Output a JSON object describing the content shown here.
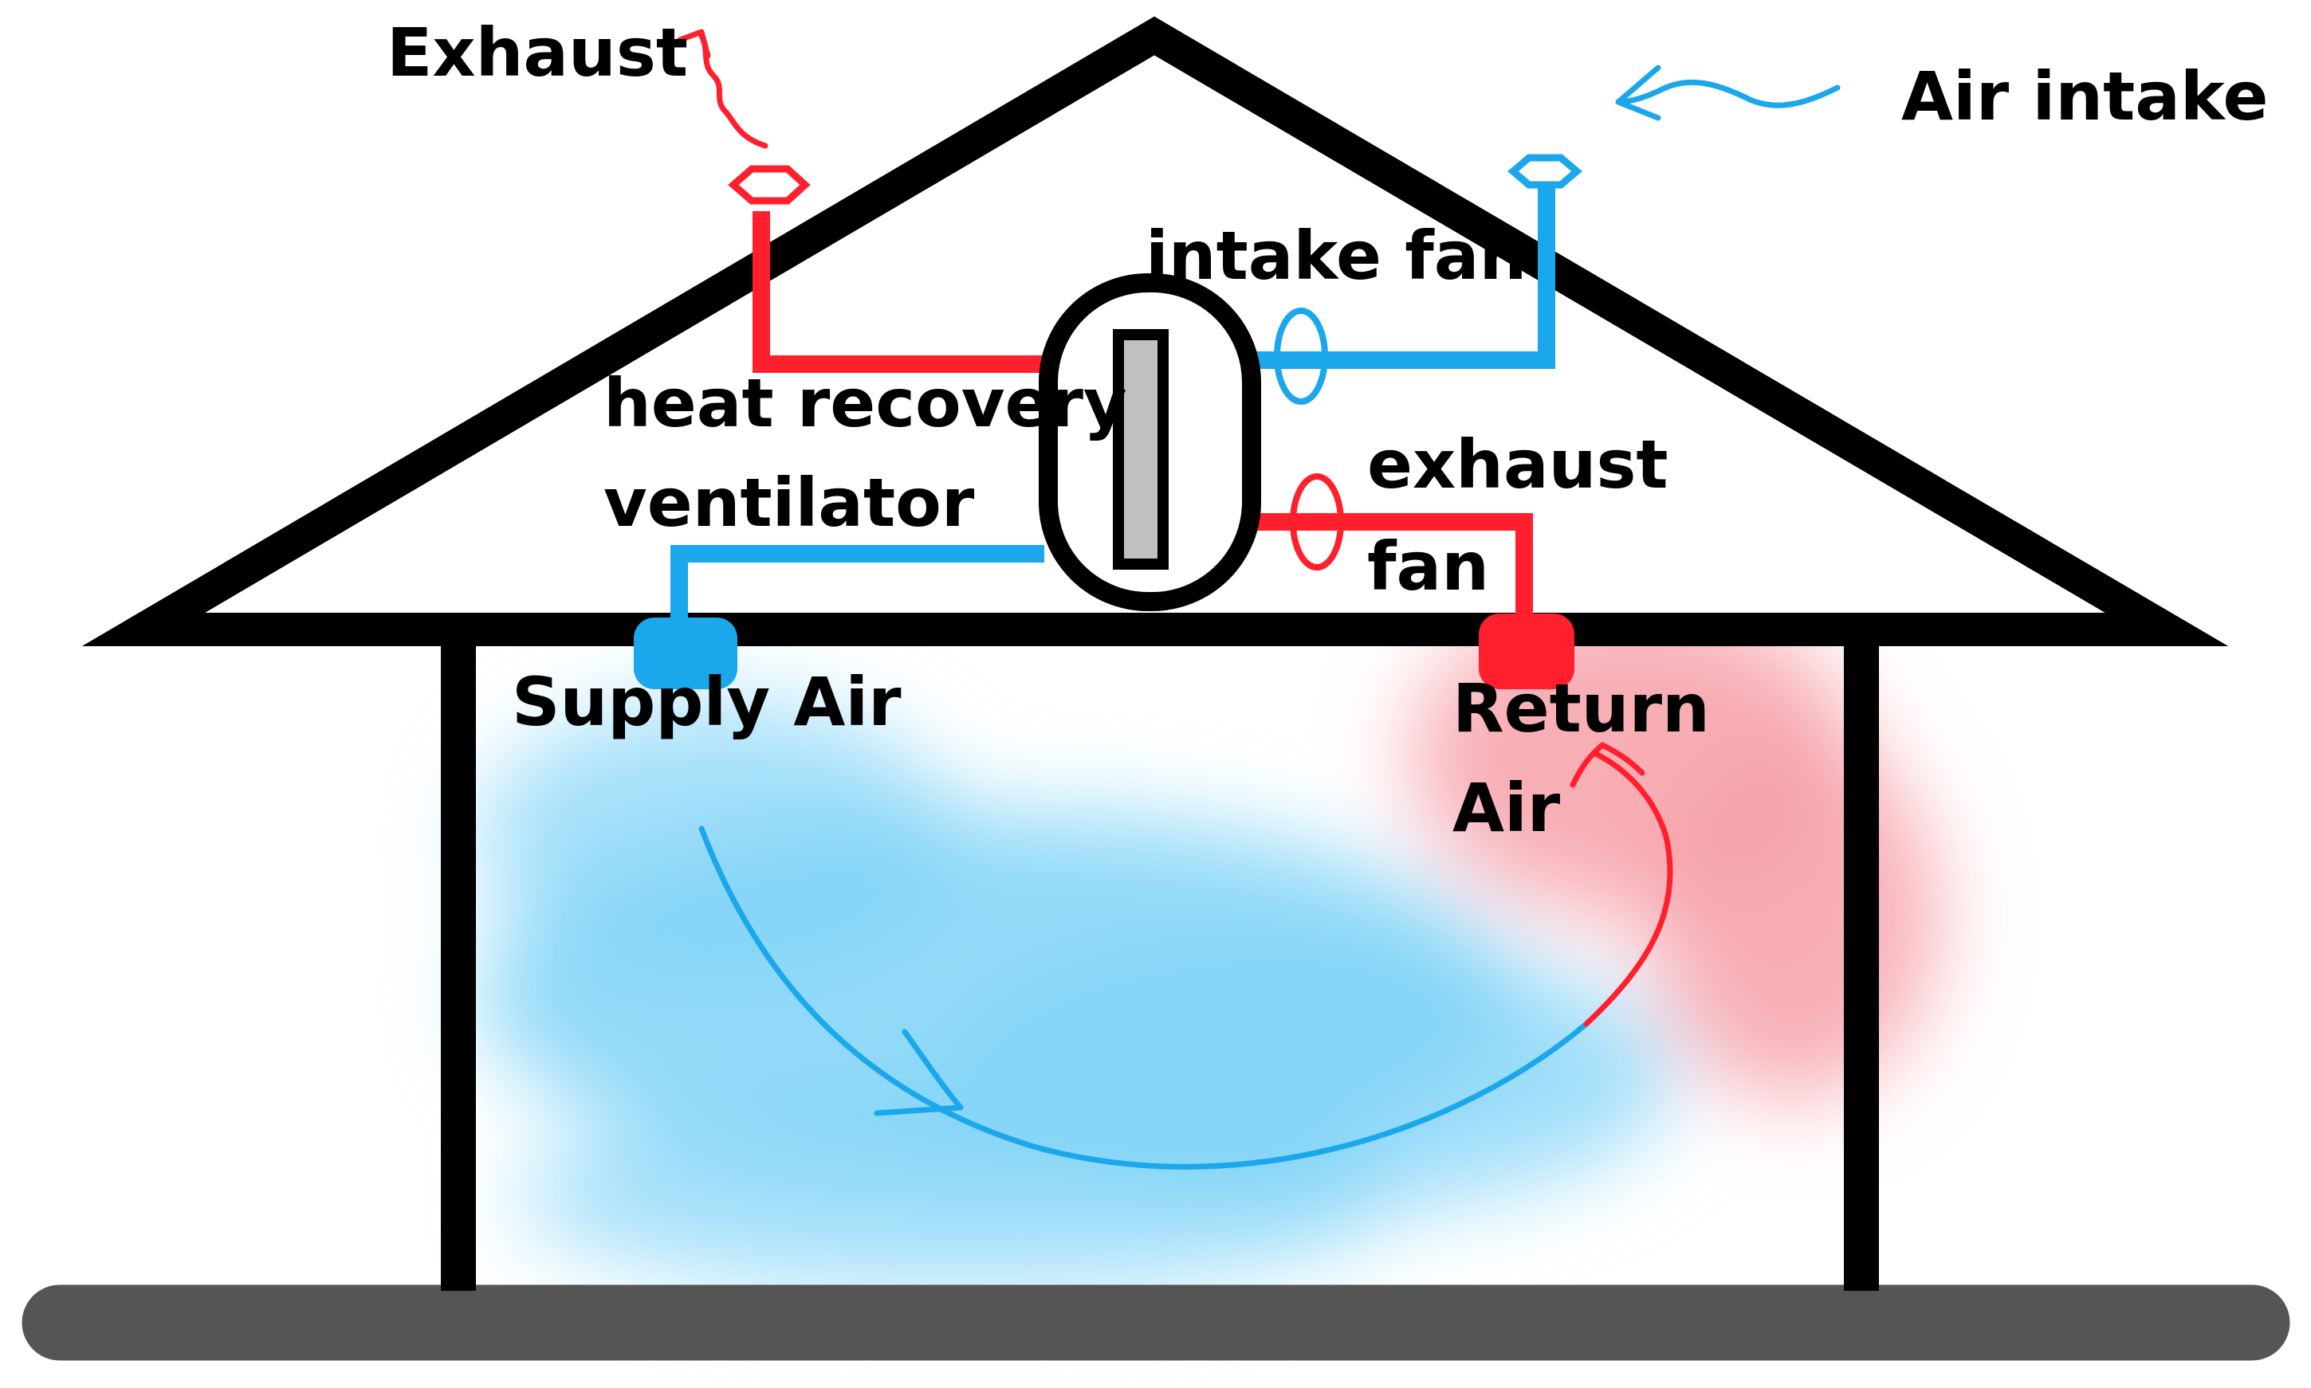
{
  "labels": {
    "exhaust": "Exhaust",
    "air_intake": "Air intake",
    "intake_fan": "intake fan",
    "heat_recovery_line1": "heat recovery",
    "heat_recovery_line2": "ventilator",
    "exhaust_fan_line1": "exhaust",
    "exhaust_fan_line2": "fan",
    "supply_air": "Supply Air",
    "return_air_line1": "Return",
    "return_air_line2": "Air"
  },
  "colors": {
    "cold": "#1aa7ec",
    "warm": "#ff1f2d",
    "structure": "#000000",
    "ground": "#555555",
    "core": "#c0c0c0",
    "cold_haze": "#7fd3f7",
    "warm_haze": "#f7a0a8"
  }
}
